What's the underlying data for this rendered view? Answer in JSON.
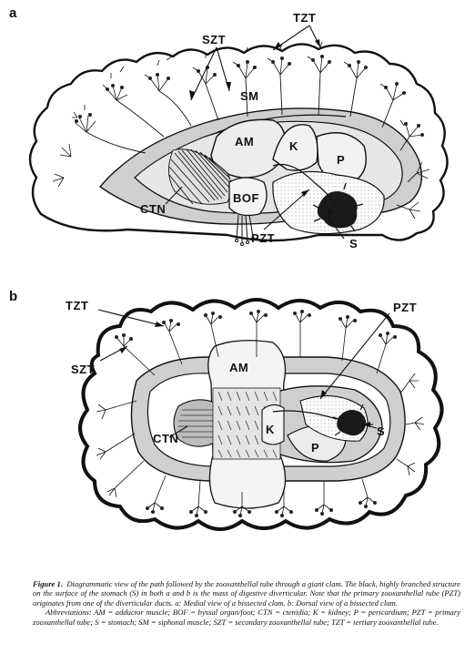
{
  "panels": {
    "a": {
      "letter": "a",
      "labels": {
        "tzt": "TZT",
        "szt": "SZT",
        "sm": "SM",
        "am": "AM",
        "k": "K",
        "p": "P",
        "bof": "BOF",
        "ctn": "CTN",
        "pzt": "PZT",
        "s": "S"
      }
    },
    "b": {
      "letter": "b",
      "labels": {
        "tzt": "TZT",
        "szt": "SZT",
        "pzt": "PZT",
        "am": "AM",
        "ctn": "CTN",
        "k": "K",
        "s": "S",
        "p": "P"
      }
    }
  },
  "caption": {
    "figure_label": "Figure 1.",
    "text": "Diagrammatic view of the path followed by the zooxanthellal tube through a giant clam. The black, highly branched structure on the surface of the stomach (S) in both a and b is the mass of digestive diverticular. Note that the primary zooxanthellal tube (PZT) originates from one of the diverticular ducts. a: Medial view of a bissected clam. b: Dorsal view of a bissected clam.",
    "abbreviations": "Abbreviations: AM = adductor muscle; BOF = byssal organ/foot; CTN = ctenidia; K = kidney; P = pericardium; PZT = primary zooxanthellal tube; S = stomach; SM = siphonal muscle; SZT = secondary zooxanthellal tube; TZT = tertiary zooxanthellal tube."
  },
  "colors": {
    "outline": "#111111",
    "organ_fill": "#cfcfcf",
    "mantle_fill": "#ffffff",
    "dark_mass": "#1a1a1a"
  }
}
